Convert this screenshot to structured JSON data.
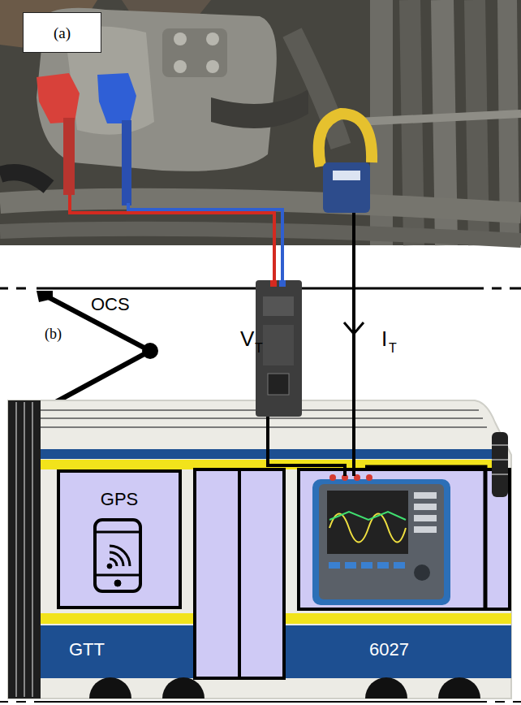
{
  "diagram": {
    "nodes": [
      {
        "text": [
          "(a)"
        ]
      },
      {
        "text": [
          "GTT",
          "6027"
        ]
      },
      {
        "text": [
          "GPS"
        ],
        "in": 1
      }
    ],
    "labels": [
      "(b)",
      "OCS",
      "V",
      "T",
      "I",
      "T"
    ]
  }
}
